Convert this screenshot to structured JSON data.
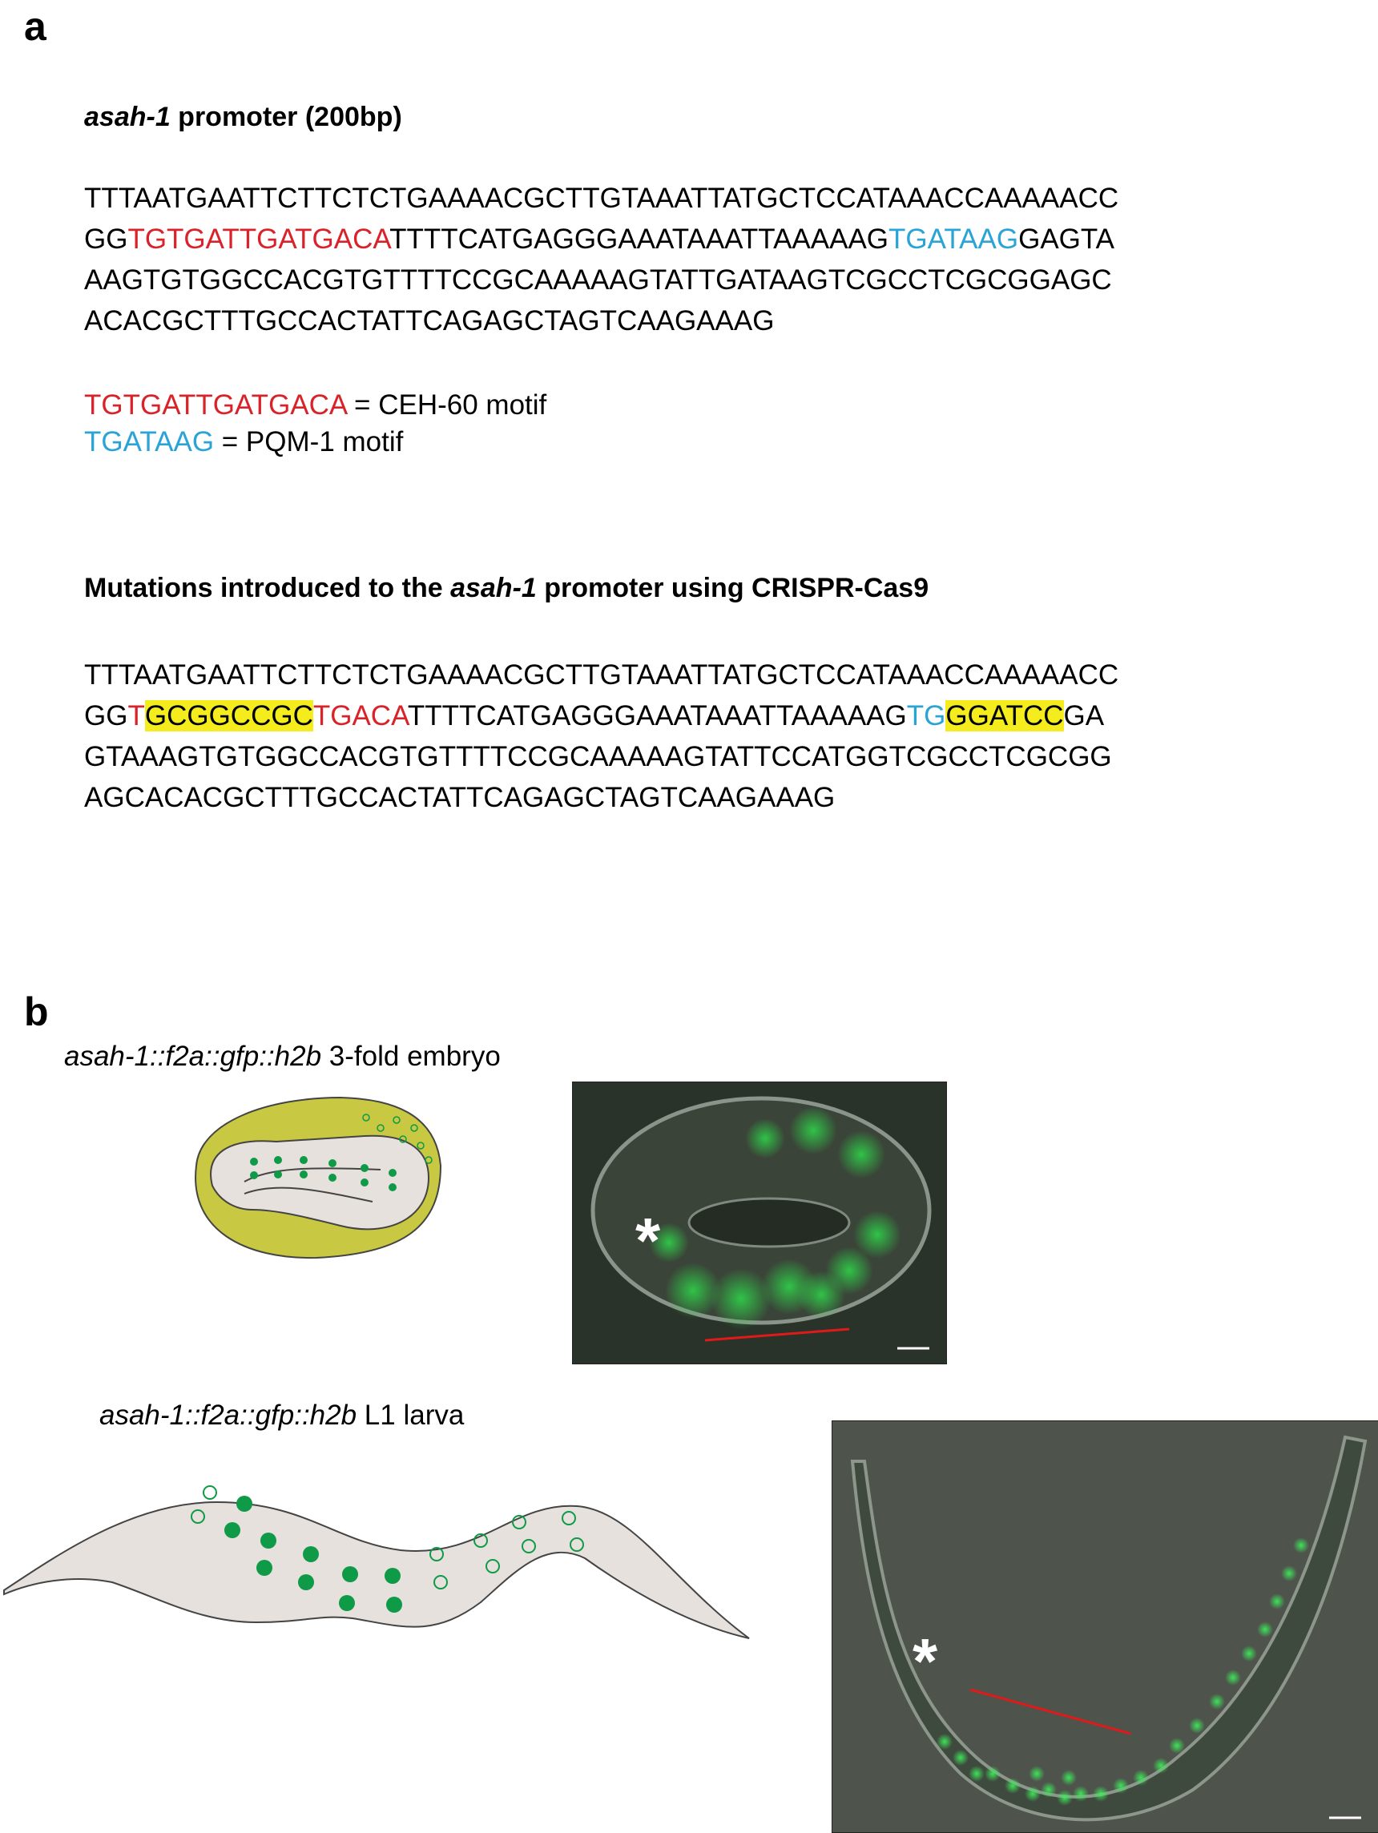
{
  "panel_a": {
    "letter": "a",
    "heading1": {
      "italic": "asah-1",
      "rest": " promoter (200bp)"
    },
    "seq1": [
      [
        {
          "t": "TTTAATGAATTCTTCTCTGAAAACGCTTGTAAATTATGCTCCATAAACCAAAAACC",
          "c": ""
        }
      ],
      [
        {
          "t": "GG",
          "c": ""
        },
        {
          "t": "TGTGATTGATGACA",
          "c": "red"
        },
        {
          "t": "TTTTCATGAGGGAAATAAATTAAAAAG",
          "c": ""
        },
        {
          "t": "TGATAAG",
          "c": "blue"
        },
        {
          "t": "GAGTA",
          "c": ""
        }
      ],
      [
        {
          "t": "AAGTGTGGCCACGTGTTTTCCGCAAAAAGTATTGATAAGTCGCCTCGCGGAGC",
          "c": ""
        }
      ],
      [
        {
          "t": "ACACGCTTTGCCACTATTCAGAGCTAGTCAAGAAAG",
          "c": ""
        }
      ]
    ],
    "legend": [
      {
        "motif": "TGTGATTGATGACA",
        "color": "red",
        "label": " = CEH-60 motif"
      },
      {
        "motif": "TGATAAG",
        "color": "blue",
        "label": " = PQM-1 motif"
      }
    ],
    "heading2": {
      "pre": "Mutations introduced to the ",
      "italic": "asah-1",
      "post": " promoter using CRISPR-Cas9"
    },
    "seq2": [
      [
        {
          "t": "TTTAATGAATTCTTCTCTGAAAACGCTTGTAAATTATGCTCCATAAACCAAAAACC",
          "c": ""
        }
      ],
      [
        {
          "t": "GG",
          "c": ""
        },
        {
          "t": "T",
          "c": "red"
        },
        {
          "t": "GCGGCCGC",
          "c": "red hl"
        },
        {
          "t": "TGACA",
          "c": "red"
        },
        {
          "t": "TTTTCATGAGGGAAATAAATTAAAAAG",
          "c": ""
        },
        {
          "t": "TG",
          "c": "blue"
        },
        {
          "t": "GGATCC",
          "c": "hl"
        },
        {
          "t": "GA",
          "c": ""
        }
      ],
      [
        {
          "t": "GTAAAGTGTGGCCACGTGTTTTCCGCAAAAAGTATTCCATGGTCGCCTCGCGG",
          "c": ""
        }
      ],
      [
        {
          "t": "AGCACACGCTTTGCCACTATTCAGAGCTAGTCAAGAAAG",
          "c": ""
        }
      ]
    ]
  },
  "panel_b": {
    "letter": "b",
    "embryo_caption": {
      "italic": "asah-1::f2a::gfp::h2b",
      "rest": " 3-fold embryo"
    },
    "larva_caption": {
      "italic": "asah-1::f2a::gfp::h2b",
      "rest": " L1 larva"
    },
    "asterisk": "*",
    "colors": {
      "body": "#e6e1dc",
      "eggshell": "#c8c842",
      "gfp": "#0e9a47",
      "line": "#e01a1a"
    }
  }
}
